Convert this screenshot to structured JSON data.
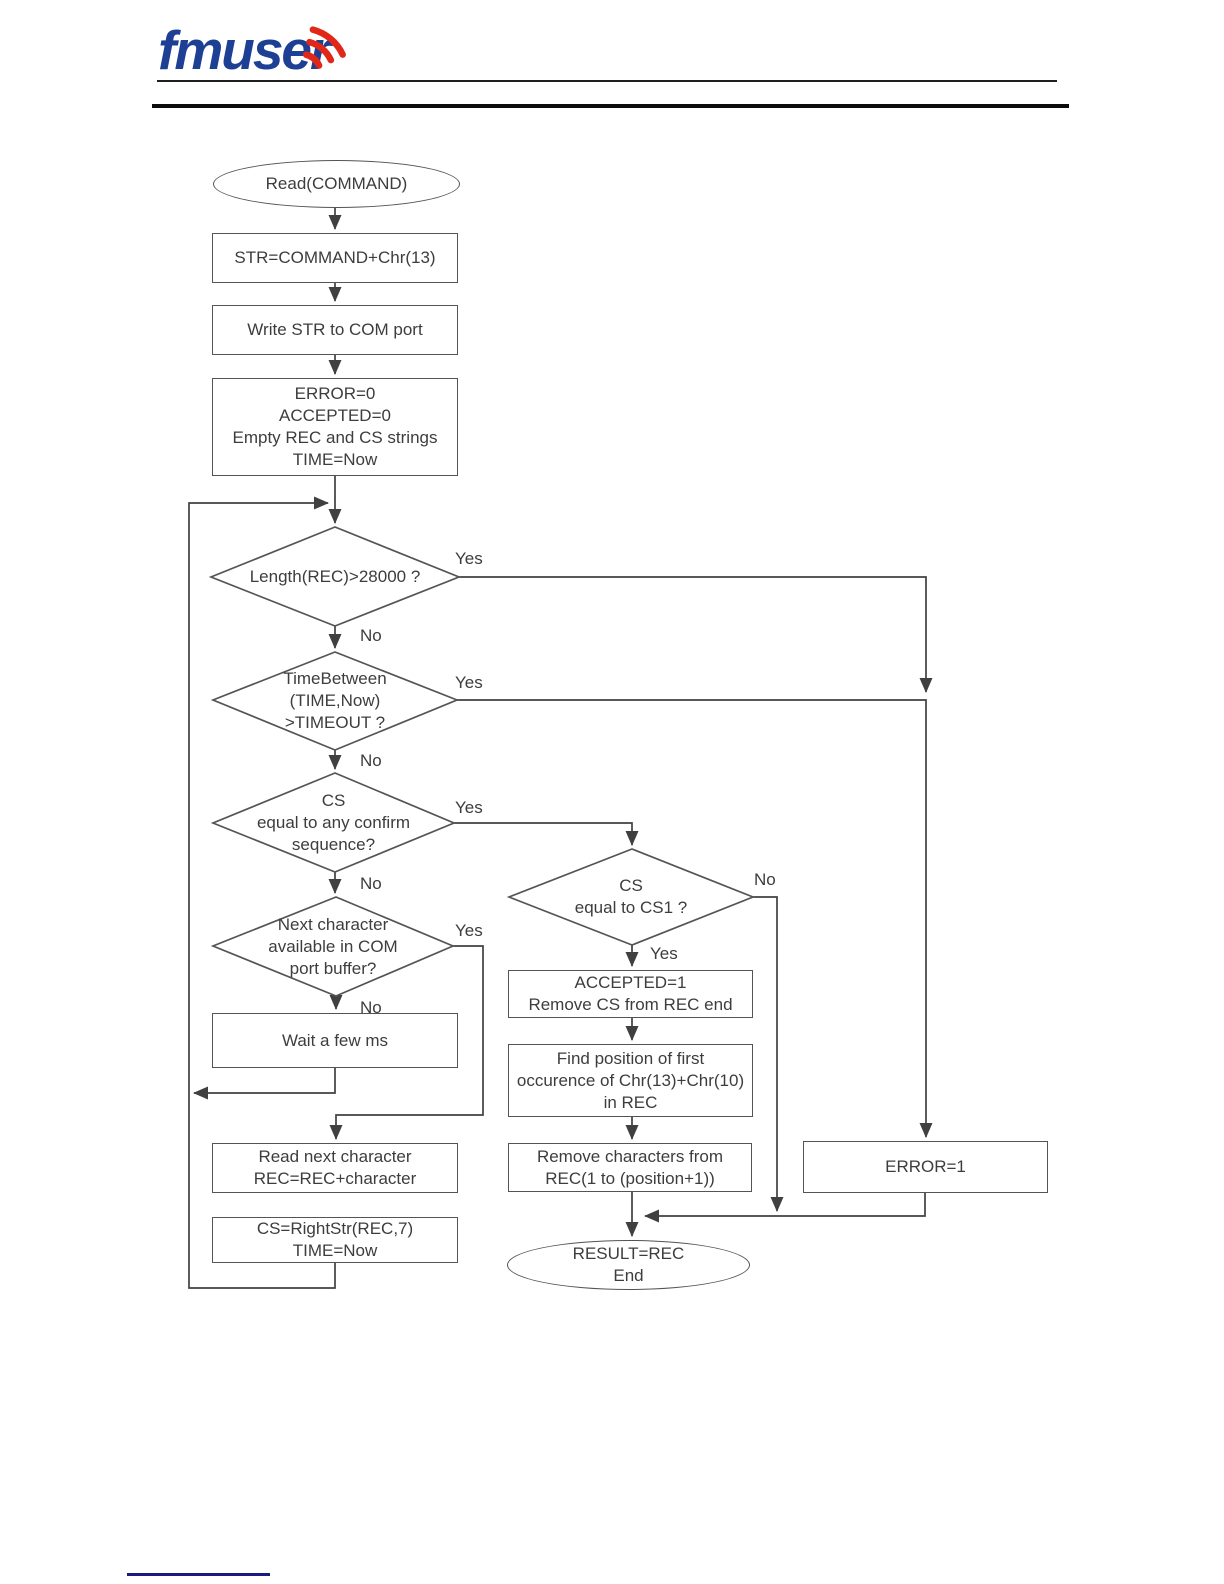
{
  "header": {
    "brand": "fmuser",
    "brand_color": "#1d3f94",
    "wave_color": "#e02718"
  },
  "flowchart": {
    "start": {
      "text": "Read(COMMAND)"
    },
    "set_str": {
      "text": "STR=COMMAND+Chr(13)"
    },
    "write_com": {
      "text": "Write STR to COM port"
    },
    "init": {
      "line1": "ERROR=0",
      "line2": "ACCEPTED=0",
      "line3": "Empty REC and CS strings",
      "line4": "TIME=Now"
    },
    "check_length": {
      "text": "Length(REC)>28000 ?",
      "yes_label": "Yes",
      "no_label": "No"
    },
    "check_timeout": {
      "line1": "TimeBetween",
      "line2": "(TIME,Now)",
      "line3": ">TIMEOUT ?",
      "yes_label": "Yes",
      "no_label": "No"
    },
    "check_confirm": {
      "line1": "CS",
      "line2": "equal to any confirm",
      "line3": "sequence?",
      "yes_label": "Yes",
      "no_label": "No"
    },
    "check_next_char": {
      "line1": "Next character",
      "line2": "available in COM",
      "line3": "port buffer?",
      "yes_label": "Yes",
      "no_label": "No"
    },
    "wait": {
      "text": "Wait a few ms"
    },
    "read_char": {
      "line1": "Read next character",
      "line2": "REC=REC+character"
    },
    "set_cs": {
      "line1": "CS=RightStr(REC,7)",
      "line2": "TIME=Now"
    },
    "check_cs1": {
      "line1": "CS",
      "line2": "equal to CS1 ?",
      "yes_label": "Yes",
      "no_label": "No"
    },
    "accepted": {
      "line1": "ACCEPTED=1",
      "line2": "Remove CS from REC end"
    },
    "find_pos": {
      "line1": "Find position of first",
      "line2": "occurence of Chr(13)+Chr(10)",
      "line3": "in REC"
    },
    "remove_chars": {
      "line1": "Remove characters from",
      "line2": "REC(1 to (position+1))"
    },
    "error": {
      "text": "ERROR=1"
    },
    "end": {
      "line1": "RESULT=REC",
      "line2": "End"
    }
  },
  "colors": {
    "connector": "#404040",
    "node_border": "#545454",
    "text": "#3d3d3d",
    "footer_rule": "#1a1a80"
  }
}
